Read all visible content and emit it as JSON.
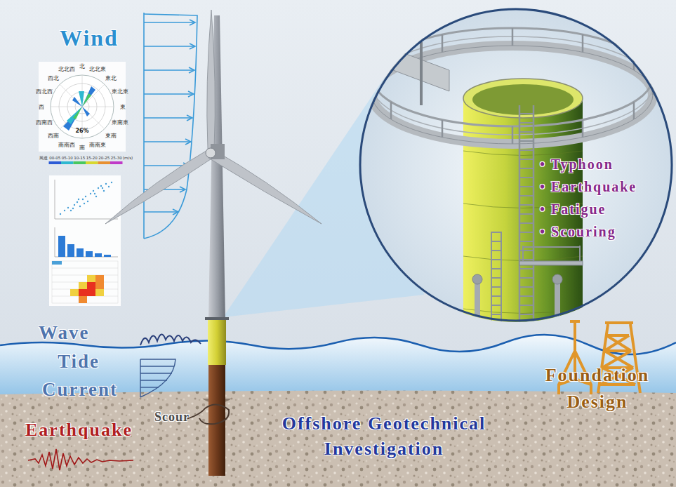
{
  "diagram": {
    "nodes": [
      {
        "text": [
          "• Typhoon",
          "• Earthquake",
          "• Fatigue",
          "• Scouring"
        ]
      }
    ],
    "labels": [
      "Wind",
      "北",
      "北北東",
      "東北",
      "東北東",
      "東",
      "東南東",
      "東南",
      "南南東",
      "南",
      "南南西",
      "西南",
      "西南西",
      "西",
      "西北西",
      "西北",
      "北北西",
      "26%",
      "風速",
      "00-05",
      "05-10",
      "10-15",
      "15-20",
      "20-25",
      "25-30",
      "(m/s)",
      "Wave",
      "Tide",
      "Current",
      "Earthquake",
      "Scour",
      "Offshore Geotechnical Investigation",
      "Foundation Design"
    ]
  }
}
